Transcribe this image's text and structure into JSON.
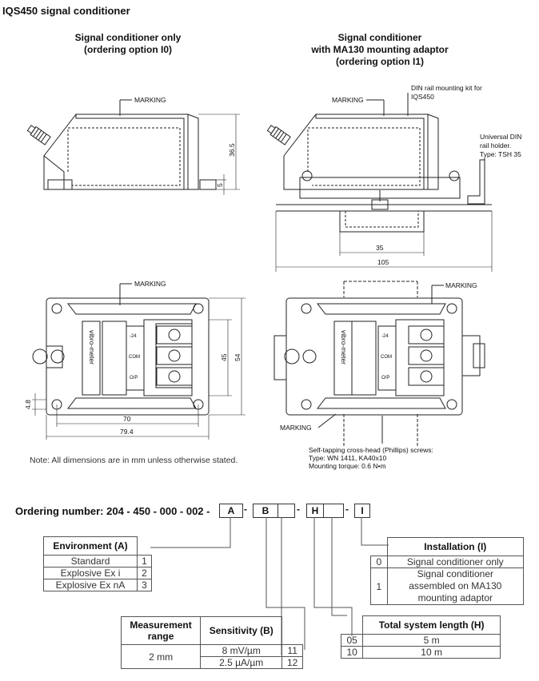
{
  "title": "IQS450 signal conditioner",
  "views": {
    "left_header_1": "Signal conditioner only",
    "left_header_2": "(ordering option I0)",
    "right_header_1": "Signal conditioner",
    "right_header_2": "with MA130 mounting adaptor",
    "right_header_3": "(ordering option I1)"
  },
  "drawing": {
    "marking": "MARKING",
    "din_kit_1": "DIN rail mounting kit for",
    "din_kit_2": "IQS450",
    "holder_1": "Universal DIN",
    "holder_2": "rail holder.",
    "holder_3": "Type: TSH 35",
    "dim_36_5": "36.5",
    "dim_5": "5",
    "dim_35": "35",
    "dim_105": "105",
    "dim_45": "45",
    "dim_54": "54",
    "dim_4_8": "4.8",
    "dim_70": "70",
    "dim_79_4": "79.4",
    "term_24": "-24",
    "term_com": "COM",
    "term_op": "O/P",
    "brand": "vibro-meter",
    "screws_1": "Self-tapping cross-head (Phillips) screws:",
    "screws_2": "Type: WN 1411, KA40x10",
    "screws_3": "Mounting torque: 0.6 N•m"
  },
  "note": "Note: All dimensions are in mm unless otherwise stated.",
  "ordering": {
    "label": "Ordering number: 204 - 450 - 000 - 002 -",
    "box_a": "A",
    "box_b": "B",
    "box_h": "H",
    "box_i": "I",
    "dash": "-"
  },
  "environment": {
    "header": "Environment (A)",
    "rows": [
      {
        "label": "Standard",
        "code": "1"
      },
      {
        "label": "Explosive Ex i",
        "code": "2"
      },
      {
        "label": "Explosive Ex nA",
        "code": "3"
      }
    ]
  },
  "installation": {
    "header": "Installation (I)",
    "row0_code": "0",
    "row0_label": "Signal conditioner only",
    "row1_code": "1",
    "row1_label_1": "Signal conditioner",
    "row1_label_2": "assembled on MA130",
    "row1_label_3": "mounting adaptor"
  },
  "measurement": {
    "header_range_1": "Measurement",
    "header_range_2": "range",
    "header_sens": "Sensitivity (B)",
    "range": "2 mm",
    "sens_1": "8 mV/µm",
    "code_1": "11",
    "sens_2": "2.5 µA/µm",
    "code_2": "12"
  },
  "system_length": {
    "header": "Total system length (H)",
    "rows": [
      {
        "code": "05",
        "label": "5 m"
      },
      {
        "code": "10",
        "label": "10 m"
      }
    ]
  }
}
